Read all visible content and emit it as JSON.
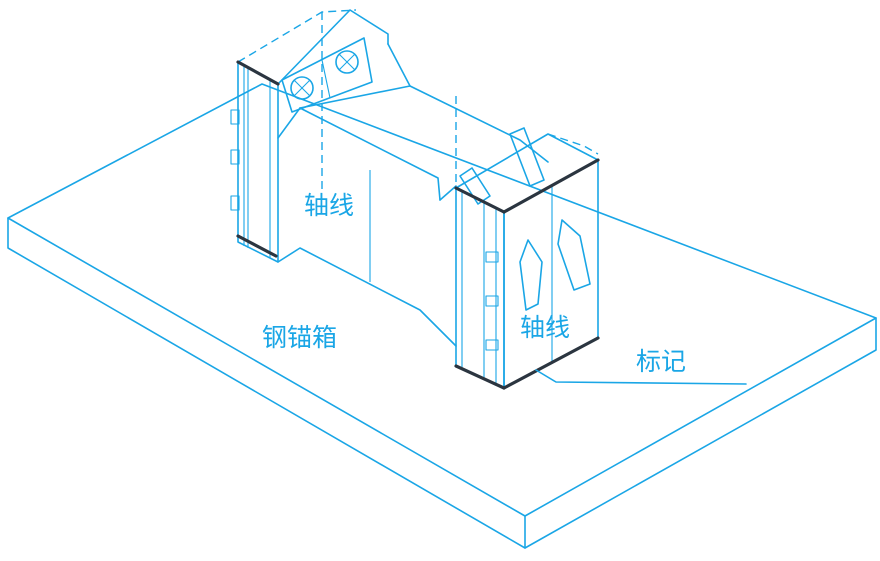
{
  "labels": {
    "axis_left": "轴线",
    "axis_right": "轴线",
    "steel_box": "钢锚箱",
    "mark": "标记"
  },
  "colors": {
    "line": "#1aa6e6",
    "edge_dark": "#2b3540",
    "background": "#ffffff"
  }
}
